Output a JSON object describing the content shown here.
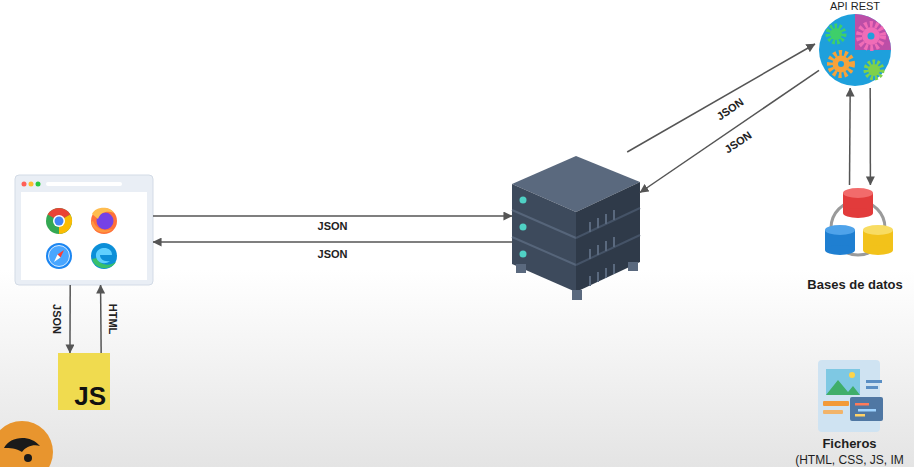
{
  "diagram": {
    "nodes": [
      {
        "text": [
          "API REST"
        ]
      },
      {
        "text": []
      },
      {
        "text": []
      },
      {
        "text": [
          "Bases de datos"
        ]
      },
      {
        "text": [
          "JS"
        ]
      },
      {
        "text": [
          "Ficheros",
          "(HTML, CSS, JS, IM"
        ]
      }
    ],
    "edges": [
      {
        "from": 1,
        "to": 2,
        "label": "JSON",
        "arrow": "to"
      },
      {
        "from": 2,
        "to": 1,
        "label": "JSON",
        "arrow": "to"
      },
      {
        "from": 2,
        "to": 0,
        "label": "JSON",
        "arrow": "to"
      },
      {
        "from": 0,
        "to": 2,
        "label": "JSON",
        "arrow": "to"
      },
      {
        "from": 0,
        "to": 3,
        "arrow": "to"
      },
      {
        "from": 3,
        "to": 0,
        "arrow": "to"
      },
      {
        "from": 1,
        "to": 4,
        "label": "JSON",
        "arrow": "to"
      },
      {
        "from": 4,
        "to": 1,
        "label": "HTML",
        "arrow": "to"
      }
    ]
  }
}
